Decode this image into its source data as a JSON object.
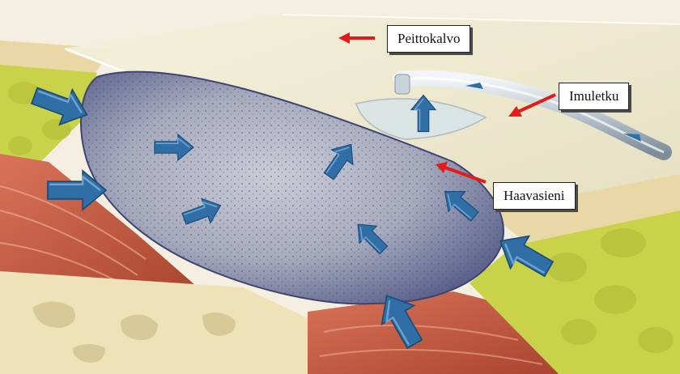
{
  "labels": {
    "film": "Peittokalvo",
    "tube": "Imuletku",
    "sponge": "Haavasieni"
  },
  "icons": {
    "pointer": "red-arrow-icon",
    "pressure": "blue-arrow-icon"
  },
  "colors": {
    "pointer_arrow": "#e31b1b",
    "pressure_arrow": "#2f6fa6",
    "sponge": "#9aa0b6",
    "film": "#efe9cc",
    "fat": "#c9d34a",
    "muscle": "#c8543a",
    "skin": "#efe2b8"
  }
}
